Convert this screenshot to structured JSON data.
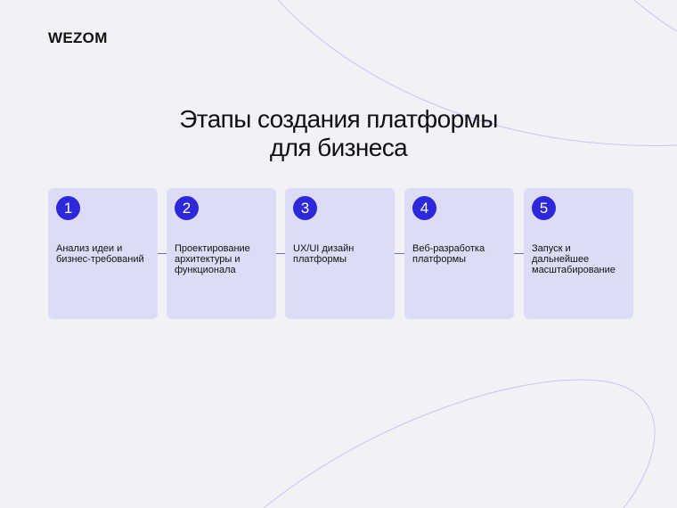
{
  "brand": {
    "logo_text": "WEZOM"
  },
  "title": {
    "line1": "Этапы создания платформы",
    "line2": "для бизнеса"
  },
  "colors": {
    "background": "#f1f1f6",
    "card": "#dcdcf6",
    "badge": "#2d28d9",
    "connector": "#6b6ae0",
    "curve": "#c9c6ef"
  },
  "steps": [
    {
      "number": "1",
      "label": "Анализ идеи и бизнес-требований"
    },
    {
      "number": "2",
      "label": "Проектирование архитектуры и функционала"
    },
    {
      "number": "3",
      "label": "UX/UI дизайн платформы"
    },
    {
      "number": "4",
      "label": "Веб-разработка платформы"
    },
    {
      "number": "5",
      "label": "Запуск и дальнейшее масштабирование"
    }
  ]
}
